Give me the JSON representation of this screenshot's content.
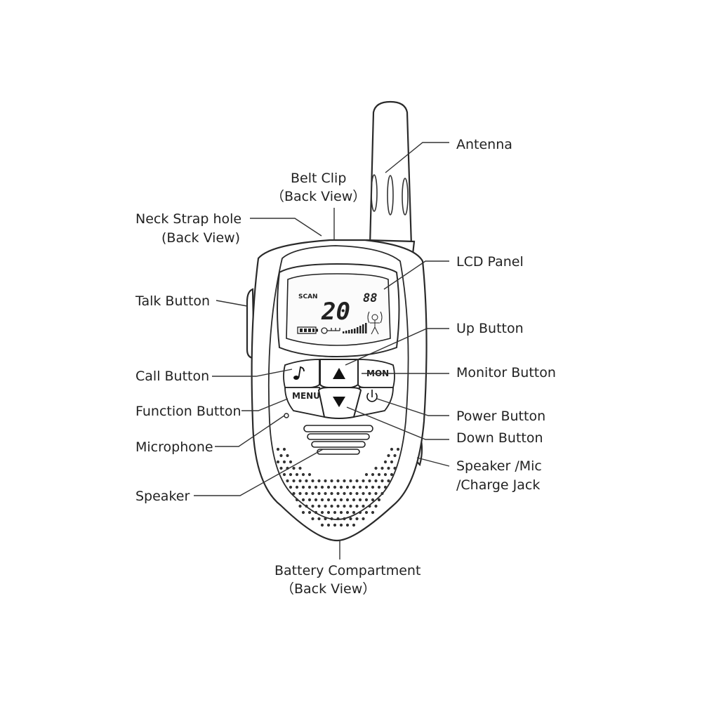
{
  "labels": {
    "antenna": "Antenna",
    "belt_clip_1": "Belt Clip",
    "belt_clip_2": "（Back View）",
    "neck_strap_1": "Neck Strap hole",
    "neck_strap_2": "(Back View)",
    "lcd_panel": "LCD Panel",
    "talk_button": "Talk Button",
    "up_button": "Up Button",
    "call_button": "Call Button",
    "monitor_button": "Monitor Button",
    "function_button": "Function Button",
    "power_button": "Power Button",
    "down_button": "Down Button",
    "microphone": "Microphone",
    "speaker_mic_1": "Speaker /Mic",
    "speaker_mic_2": "/Charge Jack",
    "speaker": "Speaker",
    "battery_1": "Battery Compartment",
    "battery_2": "（Back View）"
  },
  "lcd": {
    "scan": "SCAN",
    "channel": "20",
    "subcode": "88"
  },
  "keys": {
    "menu": "MENU",
    "mon": "MON"
  },
  "icons": [
    "music-note-icon",
    "up-arrow-icon",
    "down-arrow-icon",
    "power-icon",
    "battery-icon",
    "key-lock-icon",
    "signal-bars-icon",
    "vox-figure-icon"
  ]
}
